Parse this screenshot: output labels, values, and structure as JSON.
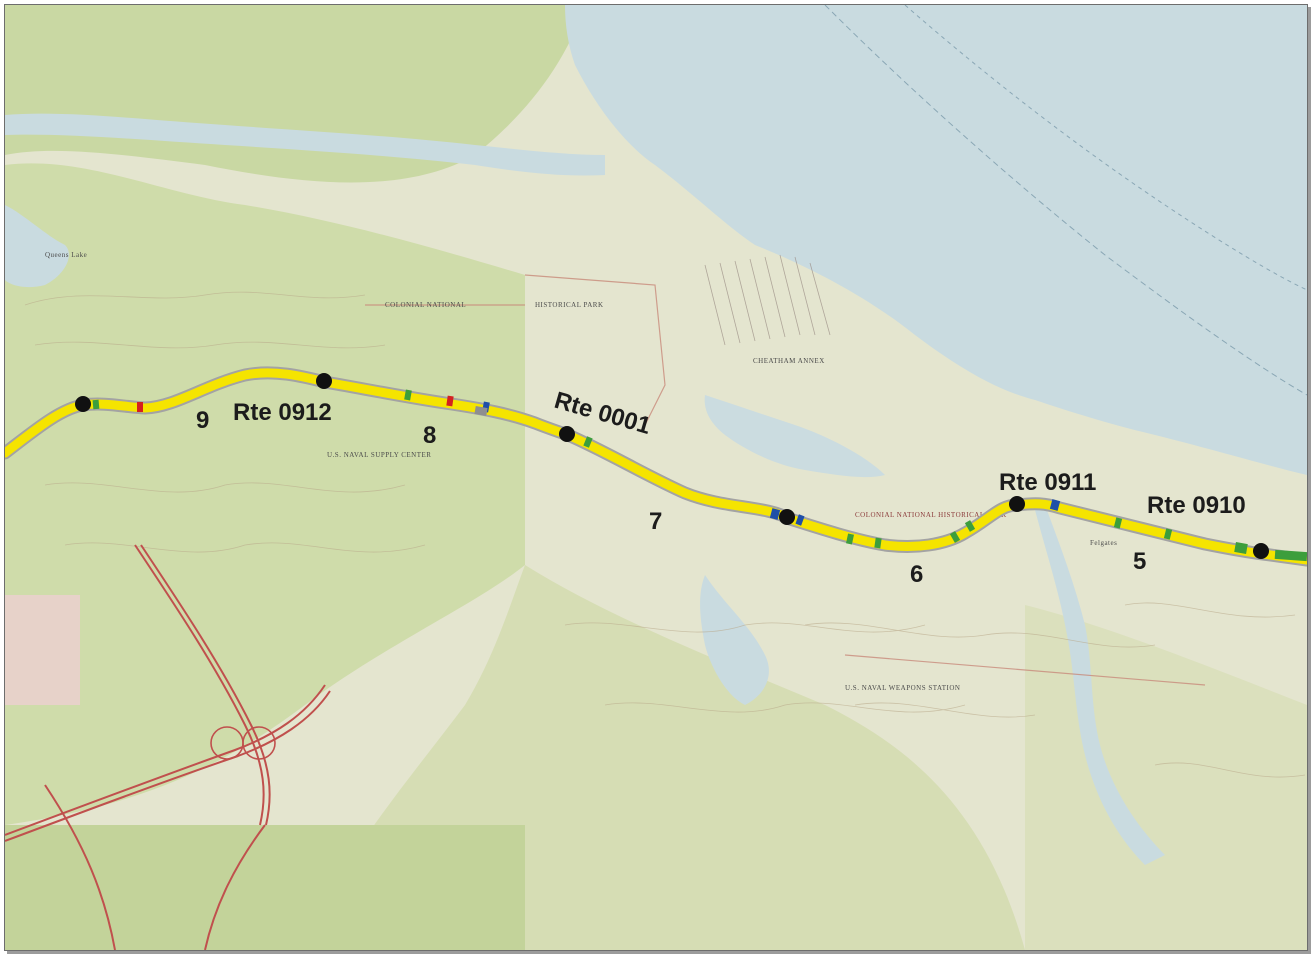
{
  "colors": {
    "water": "#c9dbe0",
    "land": "#e4e5cf",
    "forest": "#cfdcaa",
    "forest_dark": "#bdd09a",
    "urban": "#e9d9d3",
    "route_line": "#f5e400",
    "route_casing": "#a3a3a3",
    "marker_green": "#3c9e3c",
    "marker_red": "#d42020",
    "marker_blue": "#1f4fa8",
    "highway": "#c0504d",
    "node": "#111111"
  },
  "route_labels": [
    {
      "id": "rte-0912",
      "text": "Rte 0912"
    },
    {
      "id": "rte-0001",
      "text": "Rte 0001"
    },
    {
      "id": "rte-0911",
      "text": "Rte 0911"
    },
    {
      "id": "rte-0910",
      "text": "Rte 0910"
    }
  ],
  "segment_labels": [
    {
      "id": "seg-9",
      "text": "9"
    },
    {
      "id": "seg-8",
      "text": "8"
    },
    {
      "id": "seg-7",
      "text": "7"
    },
    {
      "id": "seg-6",
      "text": "6"
    },
    {
      "id": "seg-5",
      "text": "5"
    }
  ],
  "map_text": [
    "COLONIAL NATIONAL",
    "HISTORICAL PARK",
    "U.S. NAVAL SUPPLY CENTER",
    "CHEATHAM ANNEX",
    "U.S. NAVAL WEAPONS STATION",
    "COLONIAL NATIONAL HISTORICAL PARK",
    "Queens Lake",
    "Felgates"
  ]
}
